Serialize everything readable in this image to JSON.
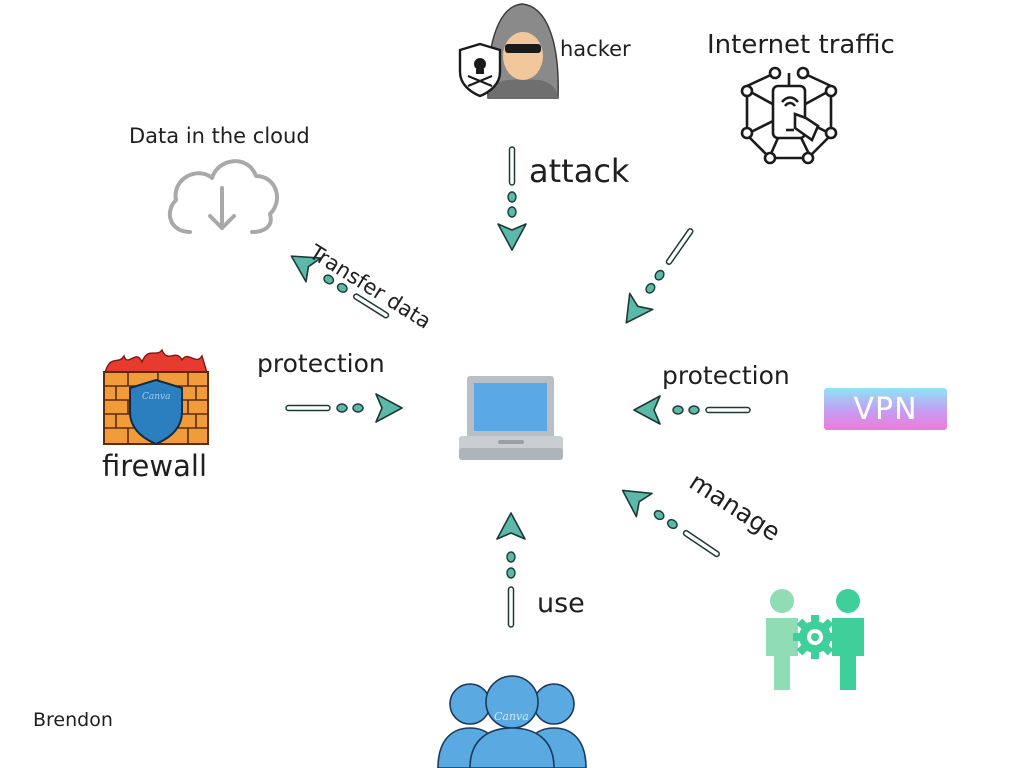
{
  "nodes": {
    "hacker": {
      "label": "hacker",
      "icon": "hacker-icon"
    },
    "internet": {
      "label": "Internet traffic",
      "icon": "internet-traffic-icon"
    },
    "cloud": {
      "label": "Data in the cloud",
      "icon": "cloud-download-icon"
    },
    "firewall": {
      "label": "firewall",
      "icon": "firewall-icon",
      "shield_text": "Canva"
    },
    "laptop": {
      "icon": "laptop-icon"
    },
    "vpn": {
      "label": "VPN",
      "icon": "vpn-badge"
    },
    "users": {
      "icon": "users-group-icon",
      "watermark": "Canva"
    },
    "admins": {
      "icon": "admin-gear-icon"
    }
  },
  "edges": {
    "attack": "attack",
    "transfer": "Transfer data",
    "protection_left": "protection",
    "protection_right": "protection",
    "manage": "manage",
    "use": "use"
  },
  "author": "Brendon",
  "colors": {
    "arrow_fill": "#5cb8a8",
    "arrow_stroke": "#1b3a35",
    "cloud_gray": "#a9a9a9",
    "laptop_screen": "#5aa9e6",
    "brick": "#f29b3a",
    "shield": "#2b7fbf",
    "flame": "#e63b2e",
    "users_blue": "#5aa9e0",
    "admin_green": "#3ecf9a"
  }
}
